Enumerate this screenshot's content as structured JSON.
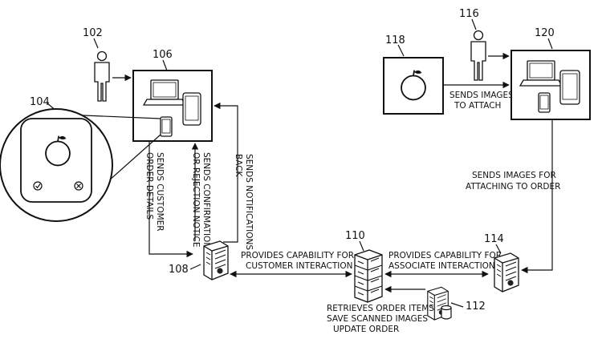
{
  "refs": {
    "r102": "102",
    "r104": "104",
    "r106": "106",
    "r108": "108",
    "r110": "110",
    "r112": "112",
    "r114": "114",
    "r116": "116",
    "r118": "118",
    "r120": "120"
  },
  "labels": {
    "sends_customer_order_details": [
      "SENDS CUSTOMER",
      "ORDER DETAILS"
    ],
    "sends_confirmation": [
      "SENDS CONFIRMATION",
      "OR REJECTION NOTICE"
    ],
    "sends_notifications": [
      "SENDS NOTIFICATIONS",
      "BACK"
    ],
    "provides_customer": [
      "PROVIDES CAPABILITY FOR",
      "CUSTOMER INTERACTION"
    ],
    "provides_associate": [
      "PROVIDES CAPABILITY FOR",
      "ASSOCIATE INTERACTION"
    ],
    "retrieves": [
      "RETRIEVES ORDER ITEMS",
      "SAVE SCANNED IMAGES",
      "UPDATE ORDER"
    ],
    "sends_images_attach": [
      "SENDS IMAGES",
      "TO ATTACH"
    ],
    "sends_images_for": [
      "SENDS IMAGES FOR",
      "ATTACHING TO ORDER"
    ]
  },
  "icons": {
    "customer": "person-icon",
    "associate": "person-icon",
    "devices": "devices-icon",
    "zoom": "phone-app-zoom-icon",
    "fruit": "apple-icon",
    "server": "server-icon",
    "datastore": "database-icon"
  }
}
